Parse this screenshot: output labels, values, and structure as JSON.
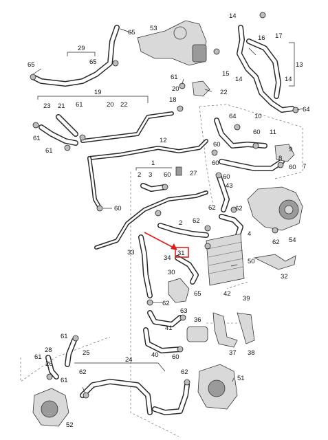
{
  "labels": {
    "l53": "53",
    "l65a": "65",
    "l14a": "14",
    "l16": "16",
    "l17": "17",
    "l29": "29",
    "l65b": "65",
    "l65c": "65",
    "l13": "13",
    "l15": "15",
    "l14b": "14",
    "l14c": "14",
    "l61a": "61",
    "l22": "22",
    "l20a": "20",
    "l18": "18",
    "l64a": "64",
    "l19": "19",
    "l23": "23",
    "l21": "21",
    "l61b": "61",
    "l20b": "20",
    "l22b": "22",
    "l61c": "61",
    "l61d": "61",
    "l64b": "64",
    "l10": "10",
    "l60a": "60",
    "l11": "11",
    "l60b": "60",
    "l9": "9",
    "l7": "7",
    "l12": "12",
    "l60c": "60",
    "l8": "8",
    "l60d": "60",
    "l1": "1",
    "l2a": "2",
    "l3": "3",
    "l60e": "60",
    "l27": "27",
    "l60f": "60",
    "l43": "43",
    "l60g": "60",
    "l62a": "62",
    "l2b": "2",
    "l62b": "62",
    "l4": "4",
    "l62c": "62",
    "l54": "54",
    "l62d": "62",
    "l33": "33",
    "l34": "34",
    "l31": "31",
    "l50": "50",
    "l32": "32",
    "l30": "30",
    "l65d": "65",
    "l42": "42",
    "l39": "39",
    "l62e": "62",
    "l63": "63",
    "l41": "41",
    "l36": "36",
    "l61e": "61",
    "l25": "25",
    "l28": "28",
    "l61f": "61",
    "l26": "26",
    "l61g": "61",
    "l60h": "60",
    "l40": "40",
    "l37": "37",
    "l38": "38",
    "l24": "24",
    "l62f": "62",
    "l62g": "62",
    "l51": "51",
    "l52": "52"
  },
  "highlight": {
    "label": "31",
    "color": "#e02020"
  },
  "colors": {
    "ink": "#2a2a2a",
    "part": "#d9d9d9",
    "accent": "#e02020"
  }
}
